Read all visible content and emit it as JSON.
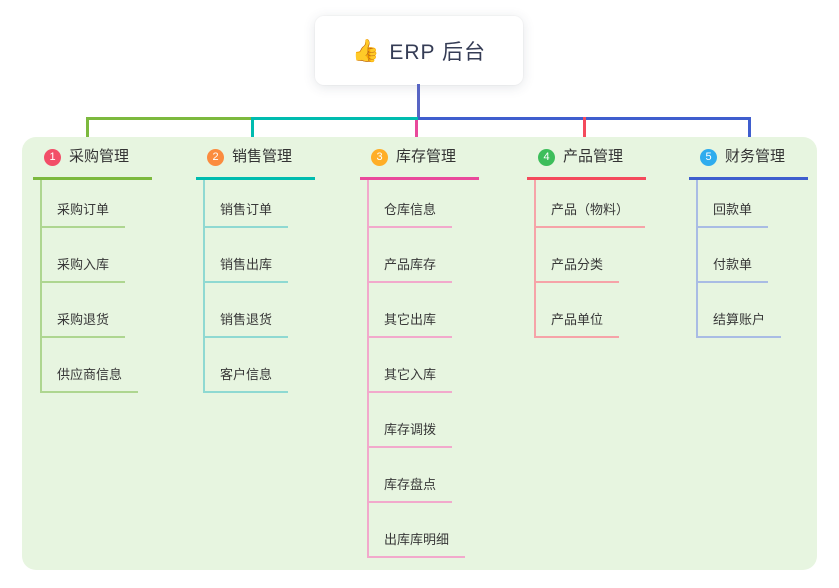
{
  "root": {
    "icon": "👍",
    "title": "ERP 后台"
  },
  "branches": [
    {
      "badge": "1",
      "title": "采购管理",
      "badge_color": "#F24E68",
      "line_color": "#7CB93E",
      "light_color": "#AED690",
      "items": [
        "采购订单",
        "采购入库",
        "采购退货",
        "供应商信息"
      ]
    },
    {
      "badge": "2",
      "title": "销售管理",
      "badge_color": "#FB8C3F",
      "line_color": "#00BCAF",
      "light_color": "#8FD9D2",
      "items": [
        "销售订单",
        "销售出库",
        "销售退货",
        "客户信息"
      ]
    },
    {
      "badge": "3",
      "title": "库存管理",
      "badge_color": "#FFAE27",
      "line_color": "#E9499B",
      "light_color": "#F2A9CC",
      "items": [
        "仓库信息",
        "产品库存",
        "其它出库",
        "其它入库",
        "库存调拨",
        "库存盘点",
        "出库库明细"
      ]
    },
    {
      "badge": "4",
      "title": "产品管理",
      "badge_color": "#3DBE5B",
      "line_color": "#F44A5C",
      "light_color": "#F6A3A8",
      "items": [
        "产品（物料）",
        "产品分类",
        "产品单位"
      ]
    },
    {
      "badge": "5",
      "title": "财务管理",
      "badge_color": "#2FACEE",
      "line_color": "#3F5ECE",
      "light_color": "#A9BCE4",
      "items": [
        "回款单",
        "付款单",
        "结算账户"
      ]
    }
  ],
  "colors": {
    "root_line": "#5865C4",
    "panel_bg": "#E7F5E0"
  }
}
